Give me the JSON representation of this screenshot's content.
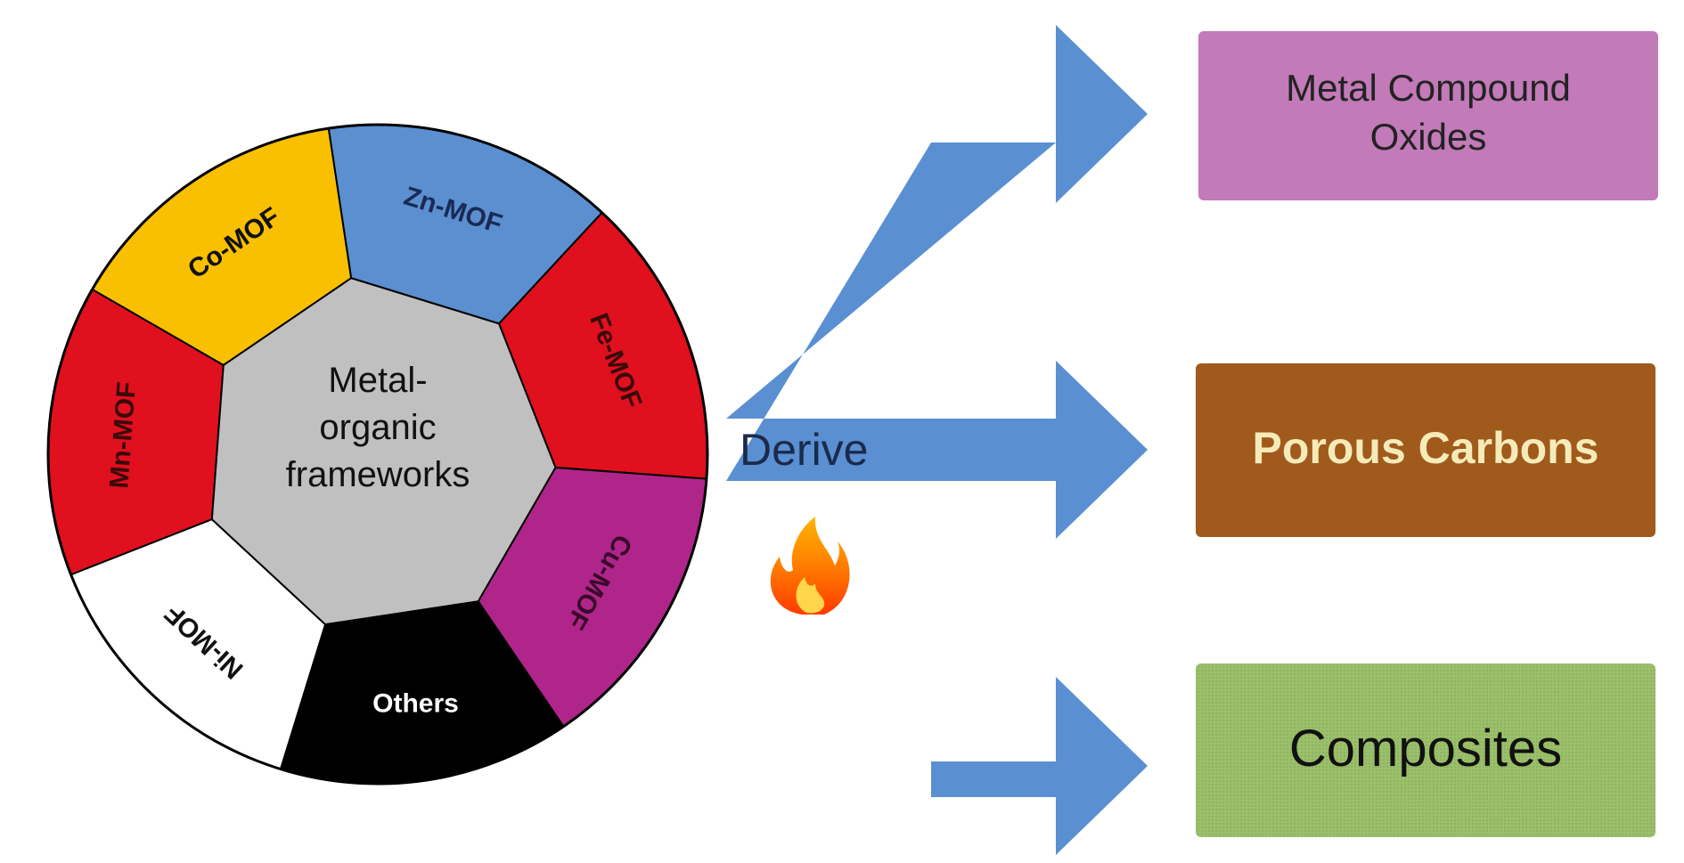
{
  "wheel": {
    "center_lines": [
      "Metal-",
      "organic",
      "frameworks"
    ],
    "segments": [
      {
        "label": "Co-MOF",
        "color": "#f8c000",
        "text_color": "#111111"
      },
      {
        "label": "Zn-MOF",
        "color": "#5b8fd0",
        "text_color": "#1a2a55"
      },
      {
        "label": "Fe-MOF",
        "color": "#e0101e",
        "text_color": "#3a0a0a"
      },
      {
        "label": "Cu-MOF",
        "color": "#b0258a",
        "text_color": "#3a0a2a"
      },
      {
        "label": "Others",
        "color": "#000000",
        "text_color": "#ffffff"
      },
      {
        "label": "Ni-MOF",
        "color": "#ffffff",
        "text_color": "#111111"
      },
      {
        "label": "Mn-MOF",
        "color": "#e0101e",
        "text_color": "#3a0a0a"
      }
    ],
    "center_color": "#c0c0c0"
  },
  "connector": {
    "label": "Derive",
    "arrow_color": "#5a8fd2",
    "flame_icon": "flame-icon"
  },
  "products": [
    {
      "lines": [
        "Metal Compound",
        "Oxides"
      ],
      "fill": "#c27ab8",
      "text_color": "#222222"
    },
    {
      "lines": [
        "Porous Carbons"
      ],
      "fill": "#a05a1c",
      "text_color": "#f5ebb8"
    },
    {
      "lines": [
        "Composites"
      ],
      "fill": "#9bbf6a",
      "text_color": "#111111"
    }
  ]
}
